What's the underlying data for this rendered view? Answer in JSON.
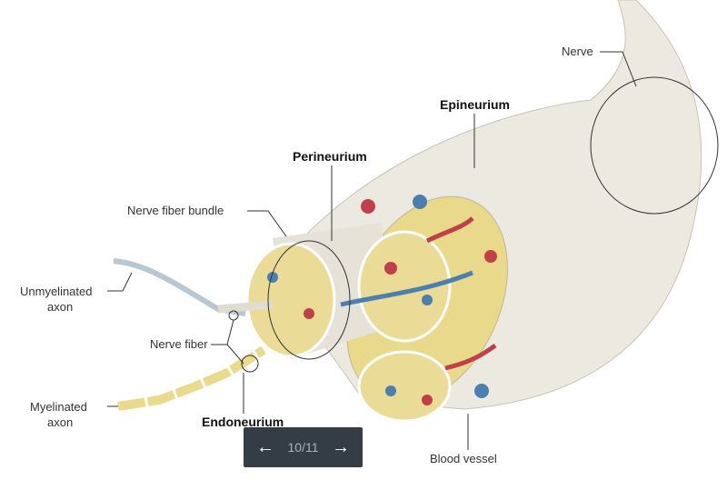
{
  "labels": {
    "nerve": "Nerve",
    "epineurium": "Epineurium",
    "perineurium": "Perineurium",
    "nerve_fiber_bundle": "Nerve fiber bundle",
    "unmyelinated_axon_1": "Unmyelinated",
    "unmyelinated_axon_2": "axon",
    "nerve_fiber": "Nerve fiber",
    "myelinated_axon_1": "Myelinated",
    "myelinated_axon_2": "axon",
    "endoneurium": "Endoneurium",
    "blood_vessel": "Blood vessel"
  },
  "pager": {
    "current": "10/11",
    "prev_icon": "arrow-left-icon",
    "next_icon": "arrow-right-icon"
  },
  "colors": {
    "nav_bg": "#343d46",
    "nerve": "#ece9e1",
    "fat": "#e9d98a",
    "artery": "#c0404a",
    "vein": "#4a7fb0"
  }
}
